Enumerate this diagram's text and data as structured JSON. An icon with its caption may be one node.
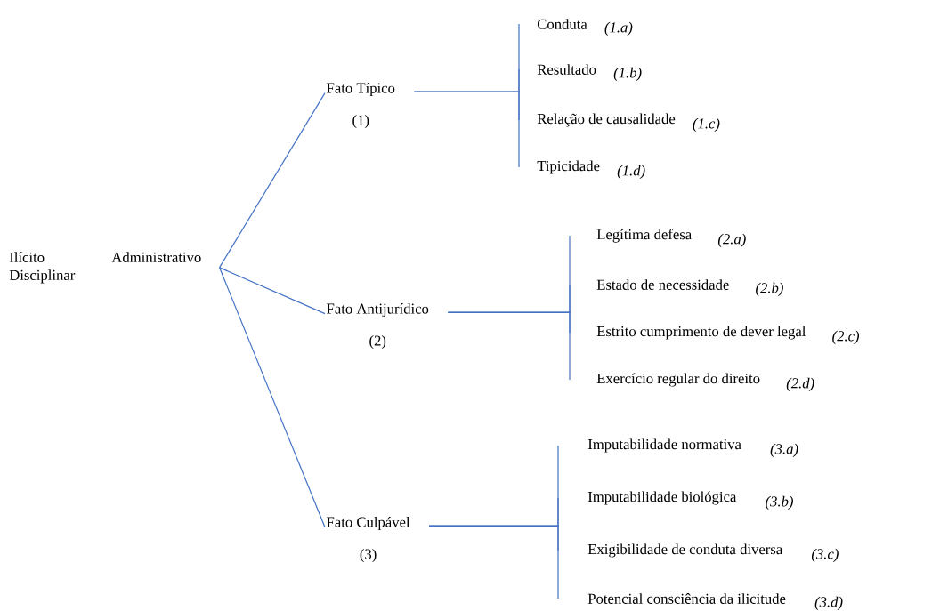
{
  "diagram": {
    "nodes": [
      {
        "text": [
          "Ilícito Administrativo Disciplinar"
        ]
      },
      {
        "text": [
          "Fato Típico",
          "(1)"
        ]
      },
      {
        "text": [
          "Fato Antijurídico",
          "(2)"
        ]
      },
      {
        "text": [
          "Fato Culpável",
          "(3)"
        ]
      },
      {
        "text": [
          "Conduta"
        ],
        "beside": [
          "(1.a)"
        ]
      },
      {
        "text": [
          "Resultado"
        ],
        "beside": [
          "(1.b)"
        ]
      },
      {
        "text": [
          "Relação de causalidade"
        ],
        "beside": [
          "(1.c)"
        ]
      },
      {
        "text": [
          "Tipicidade"
        ],
        "beside": [
          "(1.d)"
        ]
      },
      {
        "text": [
          "Legítima defesa"
        ],
        "beside": [
          "(2.a)"
        ]
      },
      {
        "text": [
          "Estado de necessidade"
        ],
        "beside": [
          "(2.b)"
        ]
      },
      {
        "text": [
          "Estrito cumprimento de dever legal"
        ],
        "beside": [
          "(2.c)"
        ]
      },
      {
        "text": [
          "Exercício regular do direito"
        ],
        "beside": [
          "(2.d)"
        ]
      },
      {
        "text": [
          "Imputabilidade normativa"
        ],
        "beside": [
          "(3.a)"
        ]
      },
      {
        "text": [
          "Imputabilidade biológica"
        ],
        "beside": [
          "(3.b)"
        ]
      },
      {
        "text": [
          "Exigibilidade de conduta diversa"
        ],
        "beside": [
          "(3.c)"
        ]
      },
      {
        "text": [
          "Potencial consciência da ilicitude"
        ],
        "beside": [
          "(3.d)"
        ]
      }
    ],
    "edges": [
      {
        "from": 0,
        "to": 1,
        "arrow": "none"
      },
      {
        "from": 0,
        "to": 2,
        "arrow": "none"
      },
      {
        "from": 0,
        "to": 3,
        "arrow": "none"
      },
      {
        "from": 1,
        "to": 4,
        "arrow": "none"
      },
      {
        "from": 1,
        "to": 5,
        "arrow": "none"
      },
      {
        "from": 1,
        "to": 6,
        "arrow": "none"
      },
      {
        "from": 1,
        "to": 7,
        "arrow": "none"
      },
      {
        "from": 2,
        "to": 8,
        "arrow": "none"
      },
      {
        "from": 2,
        "to": 9,
        "arrow": "none"
      },
      {
        "from": 2,
        "to": 10,
        "arrow": "none"
      },
      {
        "from": 2,
        "to": 11,
        "arrow": "none"
      },
      {
        "from": 3,
        "to": 12,
        "arrow": "none"
      },
      {
        "from": 3,
        "to": 13,
        "arrow": "none"
      },
      {
        "from": 3,
        "to": 14,
        "arrow": "none"
      },
      {
        "from": 3,
        "to": 15,
        "arrow": "none"
      }
    ]
  }
}
